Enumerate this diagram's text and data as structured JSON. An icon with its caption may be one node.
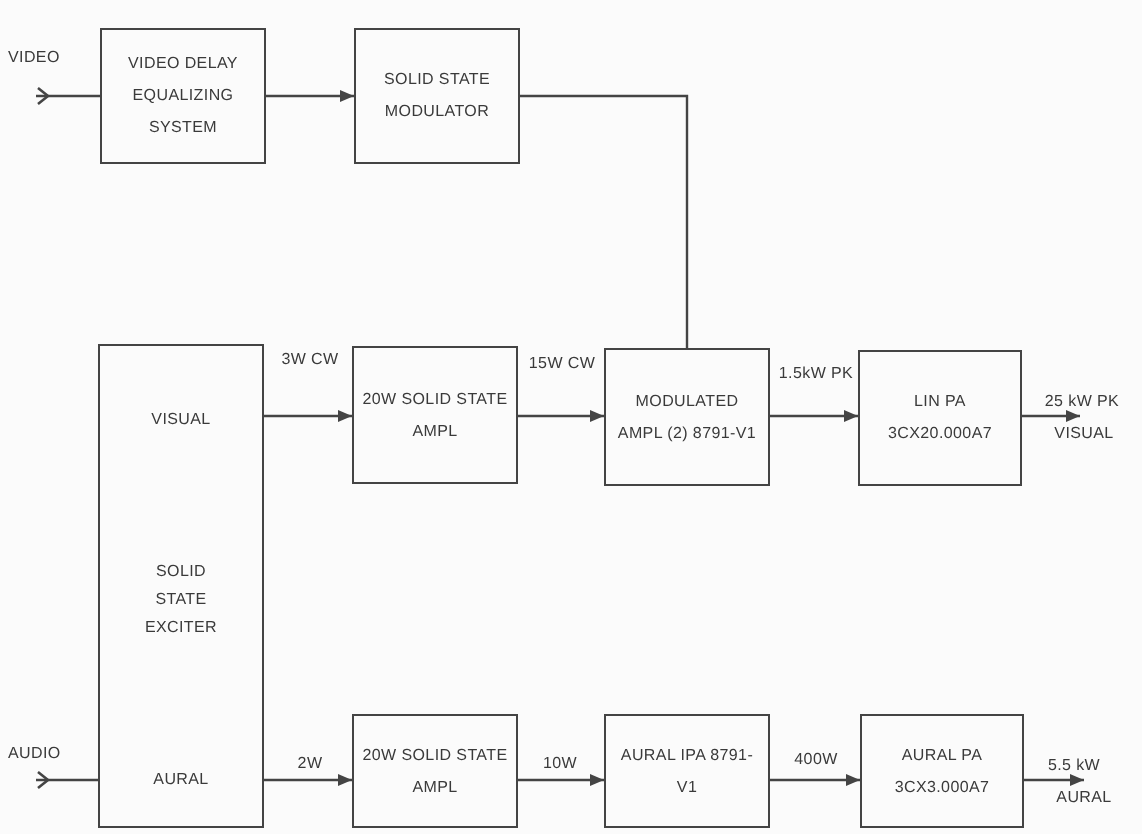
{
  "diagram": {
    "nodes": [
      {
        "text": [
          "VIDEO"
        ]
      },
      {
        "text": [
          "VIDEO DELAY EQUALIZING SYSTEM"
        ]
      },
      {
        "text": [
          "SOLID STATE MODULATOR"
        ]
      },
      {
        "text": [
          "VISUAL",
          "SOLID STATE EXCITER",
          "AURAL"
        ]
      },
      {
        "text": [
          "20W SOLID STATE AMPL"
        ]
      },
      {
        "text": [
          "MODULATED AMPL (2) 8791-V1"
        ]
      },
      {
        "text": [
          "LIN PA 3CX20.000A7"
        ]
      },
      {
        "text": [
          "AUDIO"
        ]
      },
      {
        "text": [
          "20W SOLID STATE AMPL"
        ]
      },
      {
        "text": [
          "AURAL IPA 8791-V1"
        ]
      },
      {
        "text": [
          "AURAL PA 3CX3.000A7"
        ]
      },
      {
        "text": [
          "VISUAL"
        ]
      },
      {
        "text": [
          "AURAL"
        ]
      }
    ],
    "edges": [
      {
        "from": 0,
        "to": 1,
        "arrow": "other"
      },
      {
        "from": 1,
        "to": 2,
        "arrow": "to"
      },
      {
        "from": 2,
        "to": 5,
        "arrow": "none"
      },
      {
        "from": 3,
        "to": 4,
        "arrow": "to",
        "label": "3W CW"
      },
      {
        "from": 4,
        "to": 5,
        "arrow": "to",
        "label": "15W CW"
      },
      {
        "from": 5,
        "to": 6,
        "arrow": "to",
        "label": "1.5kW PK"
      },
      {
        "from": 6,
        "to": 11,
        "arrow": "to",
        "label": "25 kW PK"
      },
      {
        "from": 7,
        "to": 3,
        "arrow": "other"
      },
      {
        "from": 3,
        "to": 8,
        "arrow": "to",
        "label": "2W"
      },
      {
        "from": 8,
        "to": 9,
        "arrow": "to",
        "label": "10W"
      },
      {
        "from": 9,
        "to": 10,
        "arrow": "to",
        "label": "400W"
      },
      {
        "from": 10,
        "to": 12,
        "arrow": "to",
        "label": "5.5 kW"
      }
    ]
  }
}
